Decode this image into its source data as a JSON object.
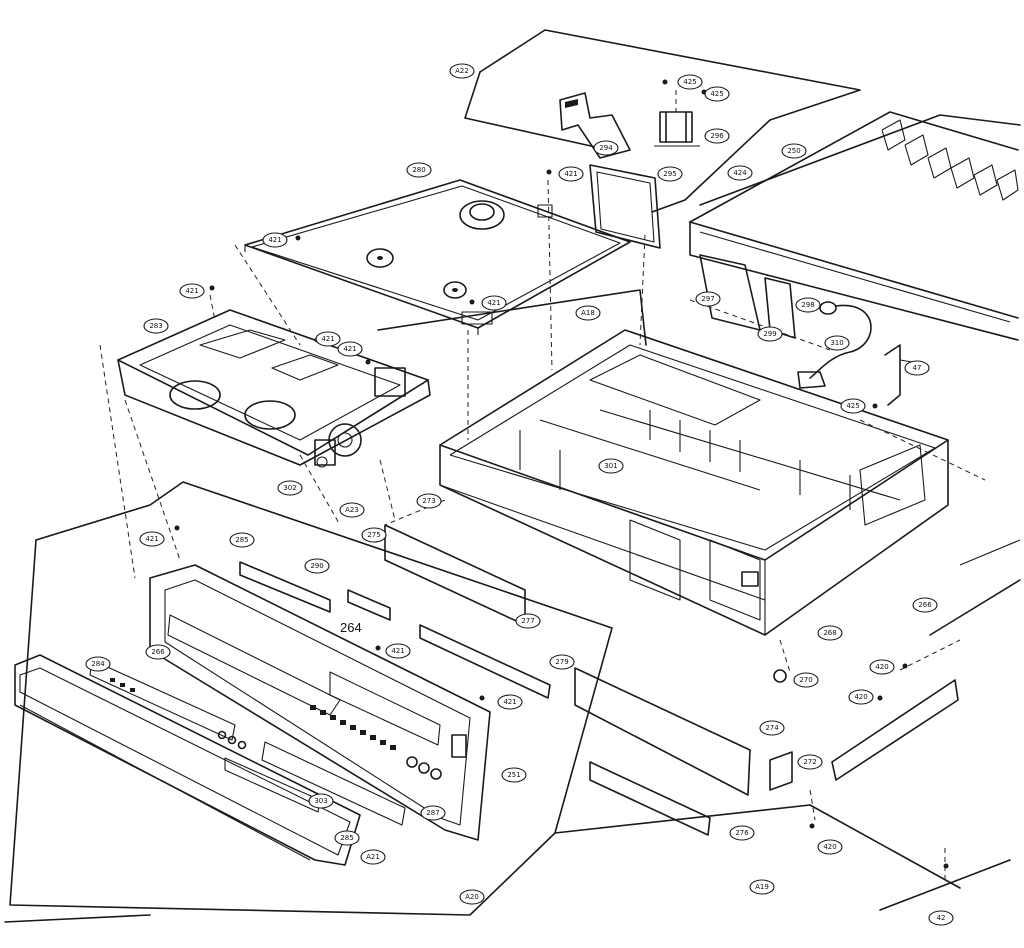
{
  "callouts": [
    {
      "label": "A22"
    },
    {
      "label": "425"
    },
    {
      "label": "425"
    },
    {
      "label": "294"
    },
    {
      "label": "295"
    },
    {
      "label": "296"
    },
    {
      "label": "424"
    },
    {
      "label": "421"
    },
    {
      "label": "250"
    },
    {
      "label": "280"
    },
    {
      "label": "421"
    },
    {
      "label": "421"
    },
    {
      "label": "297"
    },
    {
      "label": "298"
    },
    {
      "label": "299"
    },
    {
      "label": "310"
    },
    {
      "label": "421"
    },
    {
      "label": "283"
    },
    {
      "label": "421"
    },
    {
      "label": "421"
    },
    {
      "label": "A18"
    },
    {
      "label": "47"
    },
    {
      "label": "425"
    },
    {
      "label": "302"
    },
    {
      "label": "301"
    },
    {
      "label": "273"
    },
    {
      "label": "A23"
    },
    {
      "label": "275"
    },
    {
      "label": "421"
    },
    {
      "label": "285"
    },
    {
      "label": "290"
    },
    {
      "label": "277"
    },
    {
      "label": "421"
    },
    {
      "label": "266"
    },
    {
      "label": "284"
    },
    {
      "label": "279"
    },
    {
      "label": "270"
    },
    {
      "label": "420"
    },
    {
      "label": "420"
    },
    {
      "label": "266"
    },
    {
      "label": "421"
    },
    {
      "label": "274"
    },
    {
      "label": "272"
    },
    {
      "label": "251"
    },
    {
      "label": "303"
    },
    {
      "label": "287"
    },
    {
      "label": "285"
    },
    {
      "label": "A21"
    },
    {
      "label": "276"
    },
    {
      "label": "420"
    },
    {
      "label": "A19"
    },
    {
      "label": "A20"
    },
    {
      "label": "42"
    },
    {
      "label": "268"
    }
  ],
  "part_label": "264",
  "colors": {
    "ink": "#1a1a1a",
    "paper": "#ffffff"
  }
}
